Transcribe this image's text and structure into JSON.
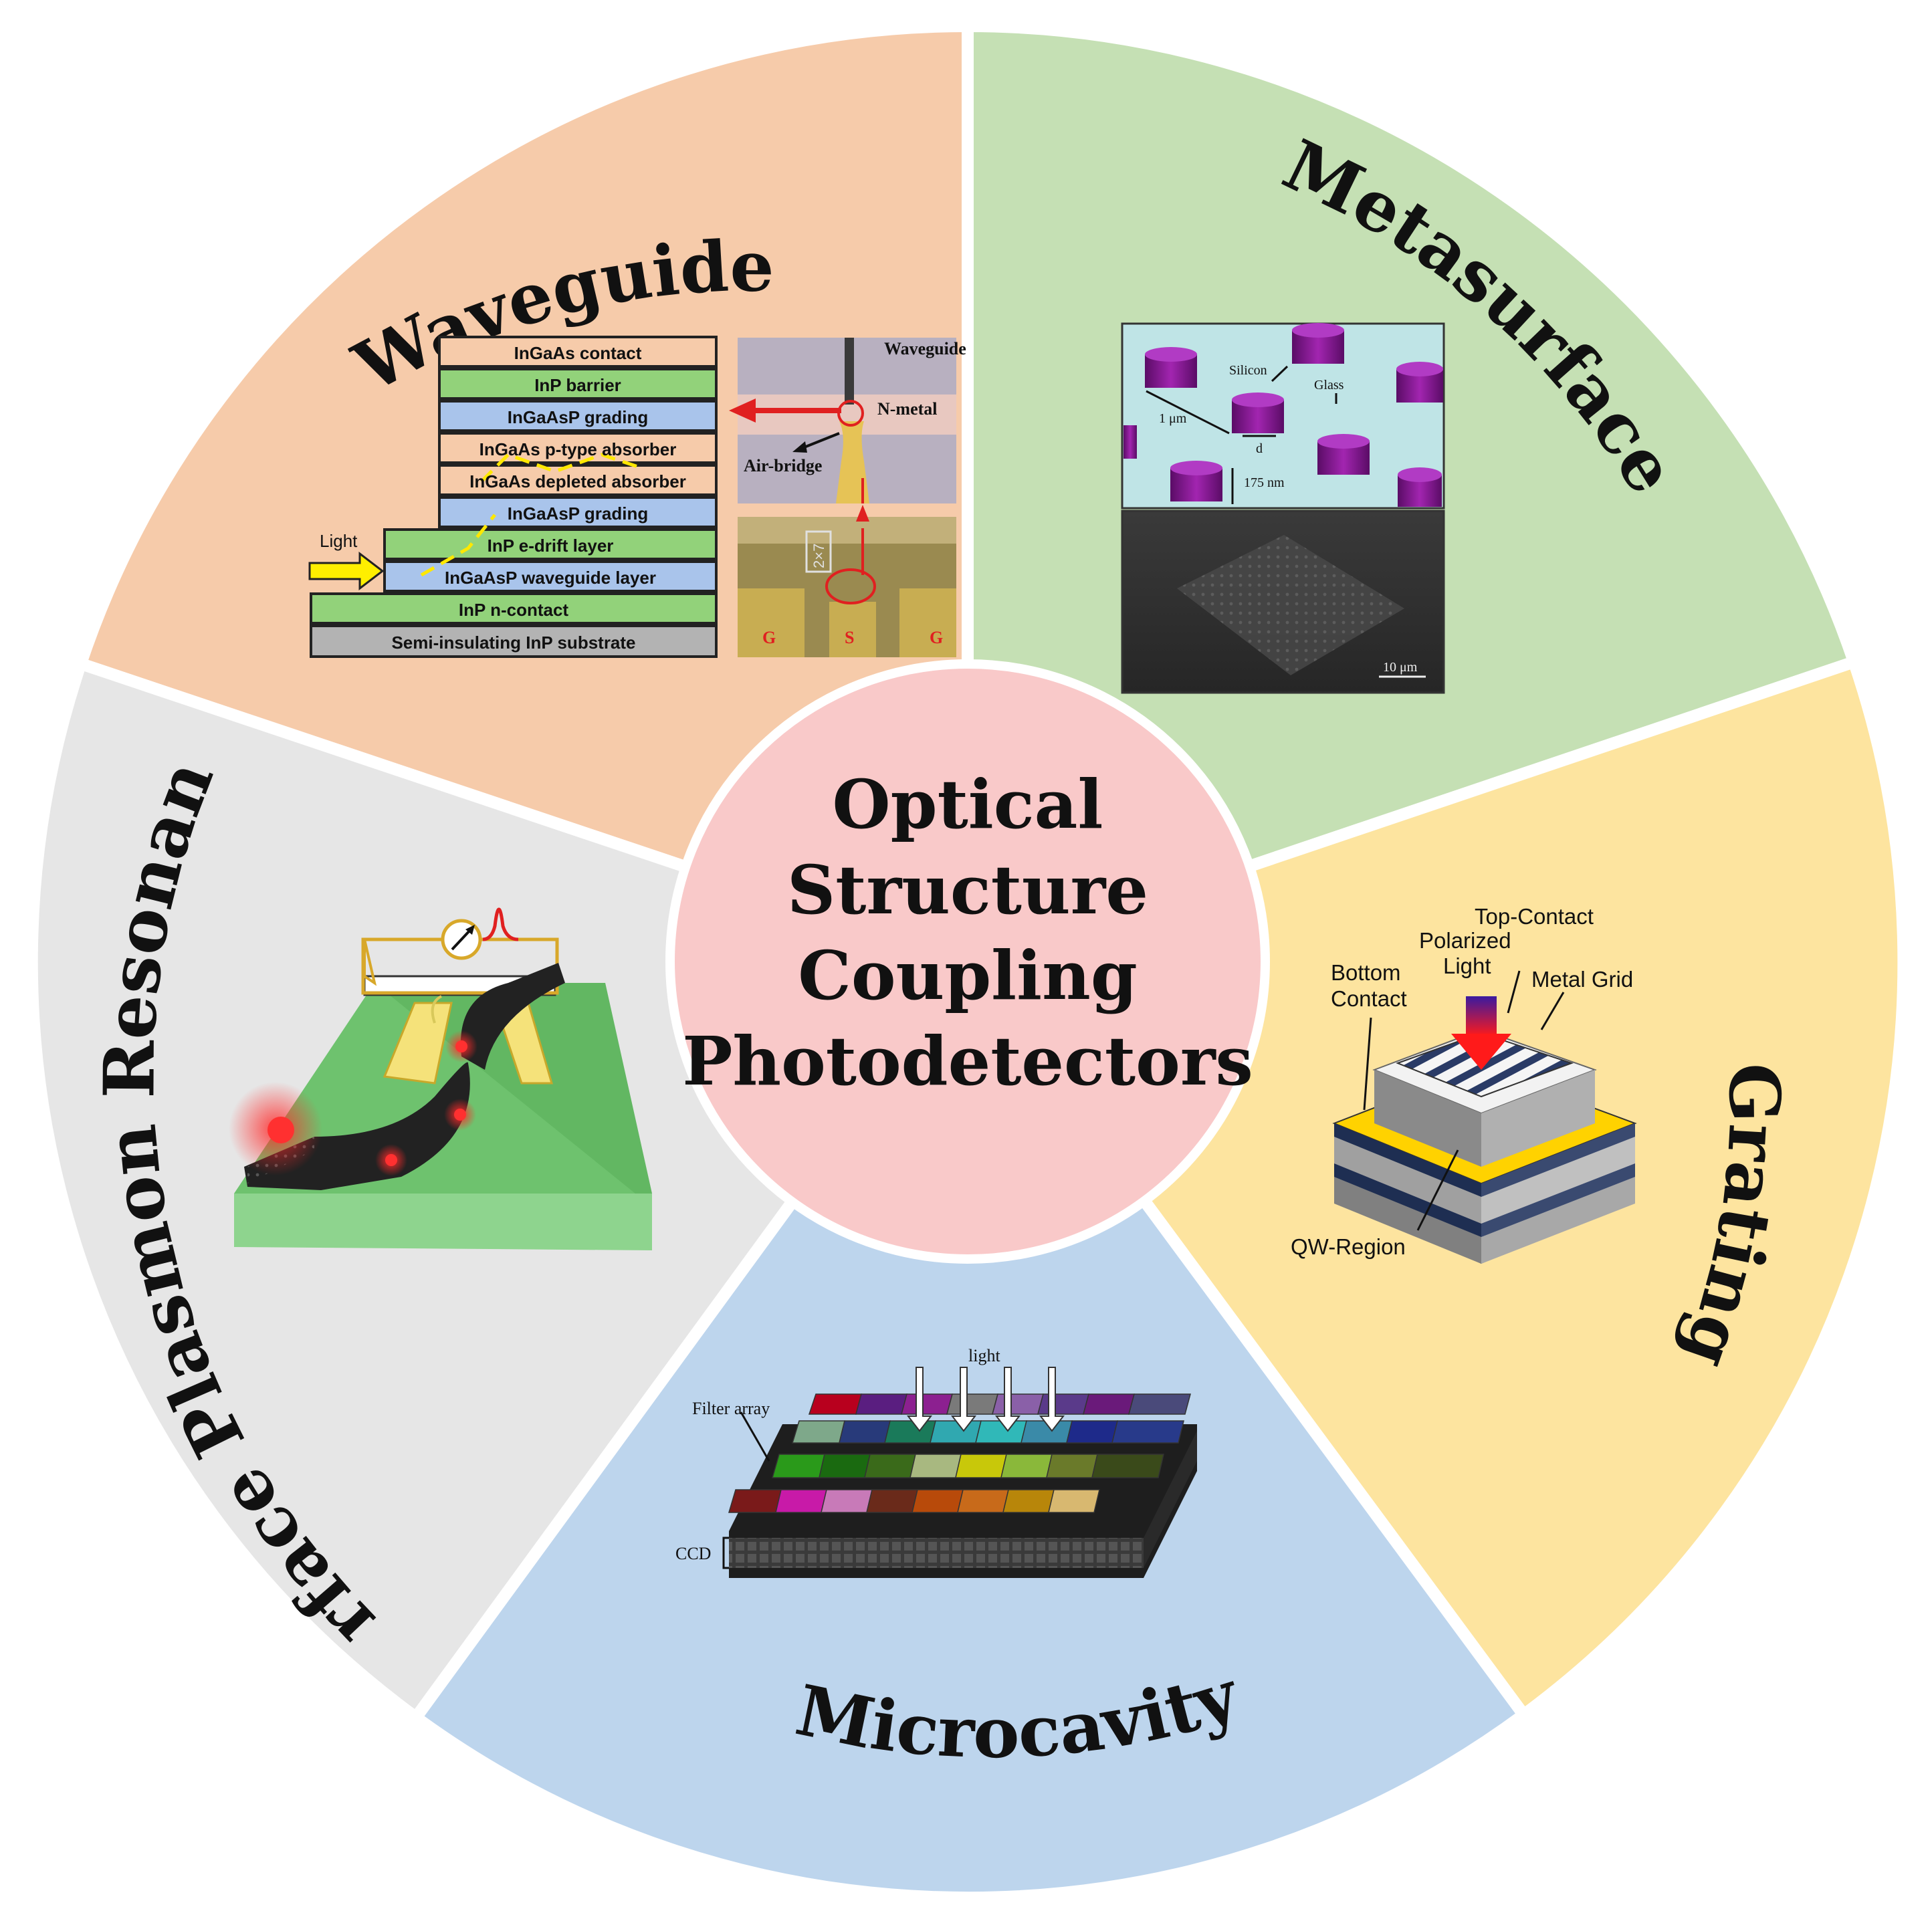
{
  "center": {
    "line1": "Optical",
    "line2": "Structure",
    "line3": "Coupling",
    "line4": "Photodetectors",
    "fill": "#f9c9c9"
  },
  "sectors": [
    {
      "label": "Waveguide",
      "fill": "#f6cbaa"
    },
    {
      "label": "Metasurface",
      "fill": "#c5e0b4"
    },
    {
      "label": "Grating",
      "fill": "#fde49f"
    },
    {
      "label": "Microcavity",
      "fill": "#bdd5ed"
    },
    {
      "label": "Surface Plasmon Resonance",
      "fill": "#e6e6e6"
    }
  ],
  "waveguide_fig": {
    "layers": [
      "InGaAs contact",
      "InP barrier",
      "InGaAsP grading",
      "InGaAs p-type absorber",
      "InGaAs depleted absorber",
      "InGaAsP grading",
      "InP e-drift layer",
      "InGaAsP waveguide layer",
      "InP n-contact",
      "Semi-insulating InP substrate"
    ],
    "light_label": "Light",
    "photo_labels": {
      "waveguide": "Waveguide",
      "nmetal": "N-metal",
      "airbridge": "Air-bridge",
      "chip": "2×7",
      "g1": "G",
      "s": "S",
      "g2": "G"
    }
  },
  "metasurface_fig": {
    "silicon": "Silicon",
    "glass": "Glass",
    "um": "1 μm",
    "d": "d",
    "height": "175 nm",
    "scale": "10 μm"
  },
  "grating_fig": {
    "top_contact": "Top-Contact",
    "polarized": "Polarized",
    "light": "Light",
    "metal_grid": "Metal Grid",
    "bottom": "Bottom",
    "contact": "Contact",
    "qw": "QW-Region"
  },
  "microcavity_fig": {
    "light": "light",
    "filter": "Filter array",
    "ccd": "CCD"
  }
}
